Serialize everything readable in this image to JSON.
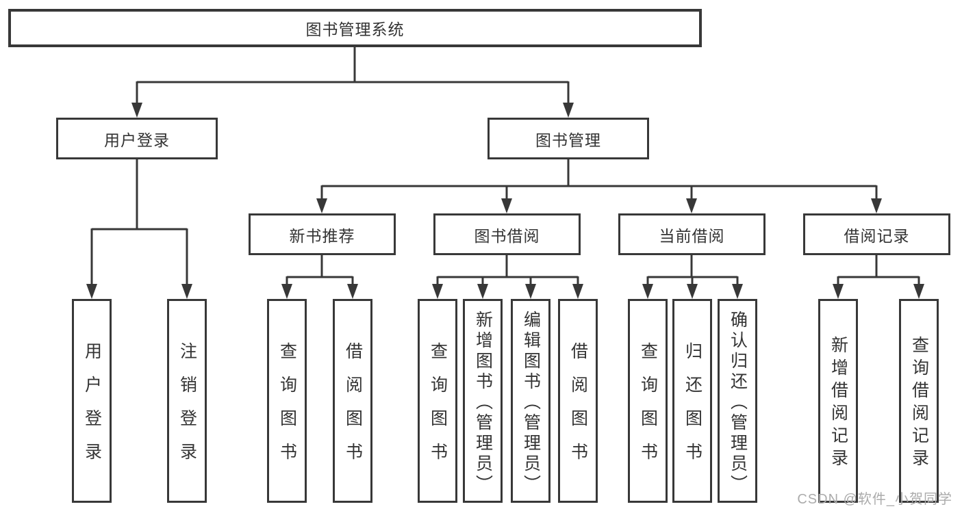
{
  "tree": {
    "root": {
      "label": "图书管理系统"
    },
    "branches": [
      {
        "label": "用户登录",
        "children": [
          {
            "label": "用户登录"
          },
          {
            "label": "注销登录"
          }
        ]
      },
      {
        "label": "图书管理",
        "children": [
          {
            "label": "新书推荐",
            "children": [
              {
                "label": "查询图书"
              },
              {
                "label": "借阅图书"
              }
            ]
          },
          {
            "label": "图书借阅",
            "children": [
              {
                "label": "查询图书"
              },
              {
                "label": "新增图书（管理员）"
              },
              {
                "label": "编辑图书（管理员）"
              },
              {
                "label": "借阅图书"
              }
            ]
          },
          {
            "label": "当前借阅",
            "children": [
              {
                "label": "查询图书"
              },
              {
                "label": "归还图书"
              },
              {
                "label": "确认归还（管理员）"
              }
            ]
          },
          {
            "label": "借阅记录",
            "children": [
              {
                "label": "新增借阅记录"
              },
              {
                "label": "查询借阅记录"
              }
            ]
          }
        ]
      }
    ]
  },
  "watermark": {
    "text": "CSDN @软件_小贺同学"
  },
  "colors": {
    "line": "#383838",
    "box_border": "#383838",
    "text": "#333333",
    "watermark": "#ababab",
    "background": "#ffffff"
  }
}
